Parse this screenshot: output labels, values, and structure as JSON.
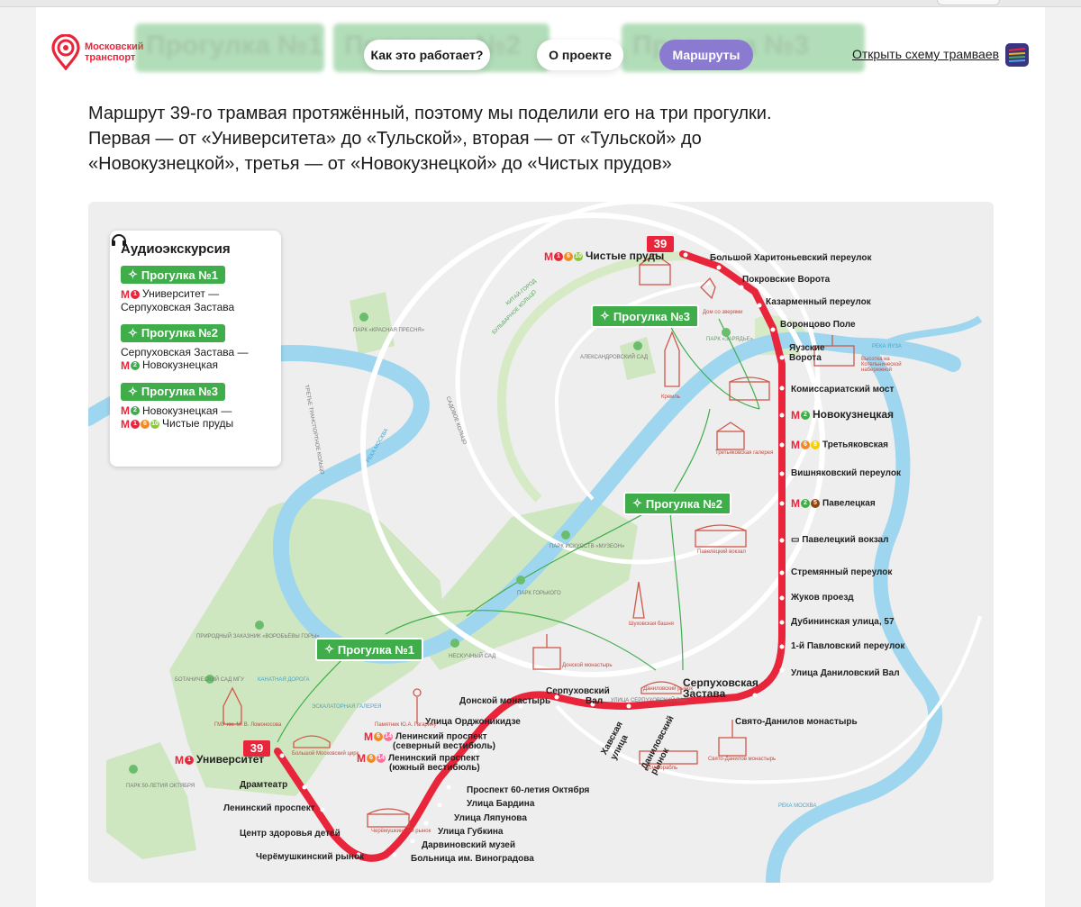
{
  "header": {
    "logo_line1": "Московский",
    "logo_line2": "транспорт",
    "ghost_tabs": [
      "Прогулка №1",
      "Прогулка №2",
      "Прогулка №3"
    ],
    "nav": [
      "Как это работает?",
      "О проекте",
      "Маршруты"
    ],
    "active_nav": "Маршруты",
    "scheme_link": "Открыть схему трамваев"
  },
  "intro": "Маршрут 39-го трамвая протяжённый, поэтому мы поделили его на три прогулки. Первая — от «Университета» до «Тульской», вторая — от «Тульской» до «Новокузнецкой», третья — от «Новокузнецкой» до «Чистых прудов»",
  "legend": {
    "title": "Аудиоэкскурсия",
    "walks": [
      {
        "label": "Прогулка №1",
        "line1": "Университет —",
        "line2": "Серпуховская Застава"
      },
      {
        "label": "Прогулка №2",
        "line1": "Серпуховская Застава —",
        "line2": "Новокузнецкая"
      },
      {
        "label": "Прогулка №3",
        "line1": "Новокузнецкая —",
        "line2": "Чистые пруды"
      }
    ]
  },
  "map": {
    "route_number": "39",
    "walk_tags": [
      "Прогулка №1",
      "Прогулка №2",
      "Прогулка №3"
    ],
    "stops_right": [
      "Большой Харитоньевский переулок",
      "Покровские Ворота",
      "Казарменный переулок",
      "Воронцово Поле",
      "Яузские",
      "Ворота",
      "Комиссариатский мост",
      "Новокузнецкая",
      "Третьяковская",
      "Вишняковский переулок",
      "Павелецкая",
      "Павелецкий вокзал",
      "Стремянный переулок",
      "Жуков проезд",
      "Дубининская улица, 57",
      "1-й Павловский переулок",
      "Улица Даниловский Вал"
    ],
    "stops_bottom": [
      "Свято-Данилов монастырь",
      "Серпуховская",
      "Застава",
      "Серпуховский",
      "Вал",
      "Донской монастырь",
      "Хавская улица",
      "Даниловский рынок",
      "Улица Орджоникидзе",
      "Ленинский проспект",
      "(северный вестибюль)",
      "Ленинский проспект",
      "(южный вестибюль)",
      "Проспект 60-летия Октября",
      "Улица Бардина",
      "Улица Ляпунова",
      "Улица Губкина",
      "Дарвиновский музей",
      "Больница им. Виноградова",
      "Черёмушкинский рынок",
      "Центр здоровья детей",
      "Ленинский проспект",
      "Драмтеатр",
      "Университет"
    ],
    "terminal_top": "Чистые пруды",
    "places": {
      "kitay": "КИТАЙ-ГОРОД",
      "bulvar": "БУЛЬВАРНОЕ КОЛЬЦО",
      "dom_zverey": "Дом со зверями",
      "zaryadye": "ПАРК «ЗАРЯДЬЕ»",
      "aleks": "АЛЕКСАНДРОВСКИЙ САД",
      "kreml": "Кремль",
      "vysotka": "Высотка на Котельнической набережной",
      "reka_yauza": "РЕКА ЯУЗА",
      "tretyakovka": "Третьяковская галерея",
      "paveletsky": "Павелецкий вокзал",
      "park_presnya": "ПАРК «КРАСНАЯ ПРЕСНЯ»",
      "reka_moskva": "РЕКА МОСКВА",
      "tretye_kolco": "ТРЕТЬЕ ТРАНСПОРТНОЕ КОЛЬЦО",
      "sadovoe": "САДОВОЕ КОЛЬЦО",
      "muzeon": "ПАРК ИСКУССТВ «МУЗЕОН»",
      "gorky": "ПАРК ГОРЬКОГО",
      "neskuchny": "НЕСКУЧНЫЙ САД",
      "shukhov": "Шуховская башня",
      "donskoy": "Донской монастырь",
      "danilov_rynok": "Даниловский рынок",
      "vorobyovy": "ПРИРОДНЫЙ ЗАКАЗНИК «ВОРОБЬЁВЫ ГОРЫ»",
      "botan": "БОТАНИЧЕСКИЙ САД МГУ",
      "kanat": "КАНАТНАЯ ДОРОГА",
      "mgu": "ГМУ им. М. В. Ломоносова",
      "eskalator": "ЭСКАЛАТОРНАЯ ГАЛЕРЕЯ",
      "gagarin": "Памятник Ю.А. Гагарину",
      "cirk": "Большой Московский цирк",
      "park50": "ПАРК 50-ЛЕТИЯ ОКТЯБРЯ",
      "cheryom_rynok": "Черёмушкинский рынок",
      "dom_korabl": "Дом-корабль",
      "svyato_danilov": "Свято-Данилов монастырь",
      "ulica_serp_val": "УЛИЦА СЕРПУХОВСКИЙ ВАЛ",
      "reka_moskva2": "РЕКА МОСКВА"
    }
  }
}
